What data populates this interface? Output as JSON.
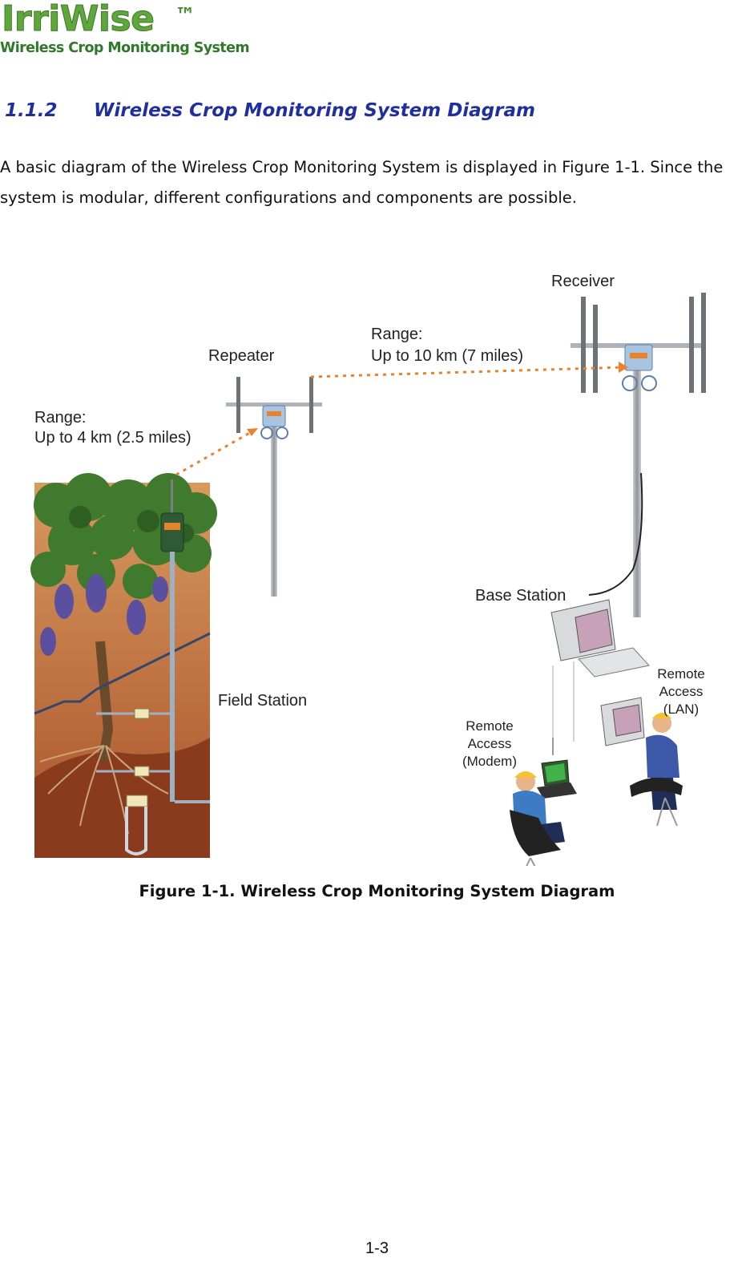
{
  "logo": {
    "name": "IrriWise",
    "tm": "™",
    "tagline": "Wireless Crop Monitoring System"
  },
  "section": {
    "number": "1.1.2",
    "title": "Wireless Crop Monitoring System Diagram",
    "paragraph": "A basic diagram of the Wireless Crop Monitoring System is displayed in Figure 1-1. Since the system is modular, different configurations and components are possible."
  },
  "diagram": {
    "receiver": "Receiver",
    "repeater": "Repeater",
    "range_long_1": "Range:",
    "range_long_2": "Up to 10 km (7 miles)",
    "range_short_1": "Range:",
    "range_short_2": "Up to 4 km (2.5 miles)",
    "base_station": "Base Station",
    "field_station": "Field Station",
    "remote_lan_1": "Remote",
    "remote_lan_2": "Access",
    "remote_lan_3": "(LAN)",
    "remote_modem_1": "Remote",
    "remote_modem_2": "Access",
    "remote_modem_3": "(Modem)",
    "colors": {
      "link_arrow": "#e8822c",
      "pole": "#9aa0a5",
      "soil": "#b85a2a",
      "sky": "#ffffff"
    }
  },
  "figure_caption": "Figure 1-1.  Wireless Crop Monitoring System Diagram",
  "page_number": "1-3"
}
